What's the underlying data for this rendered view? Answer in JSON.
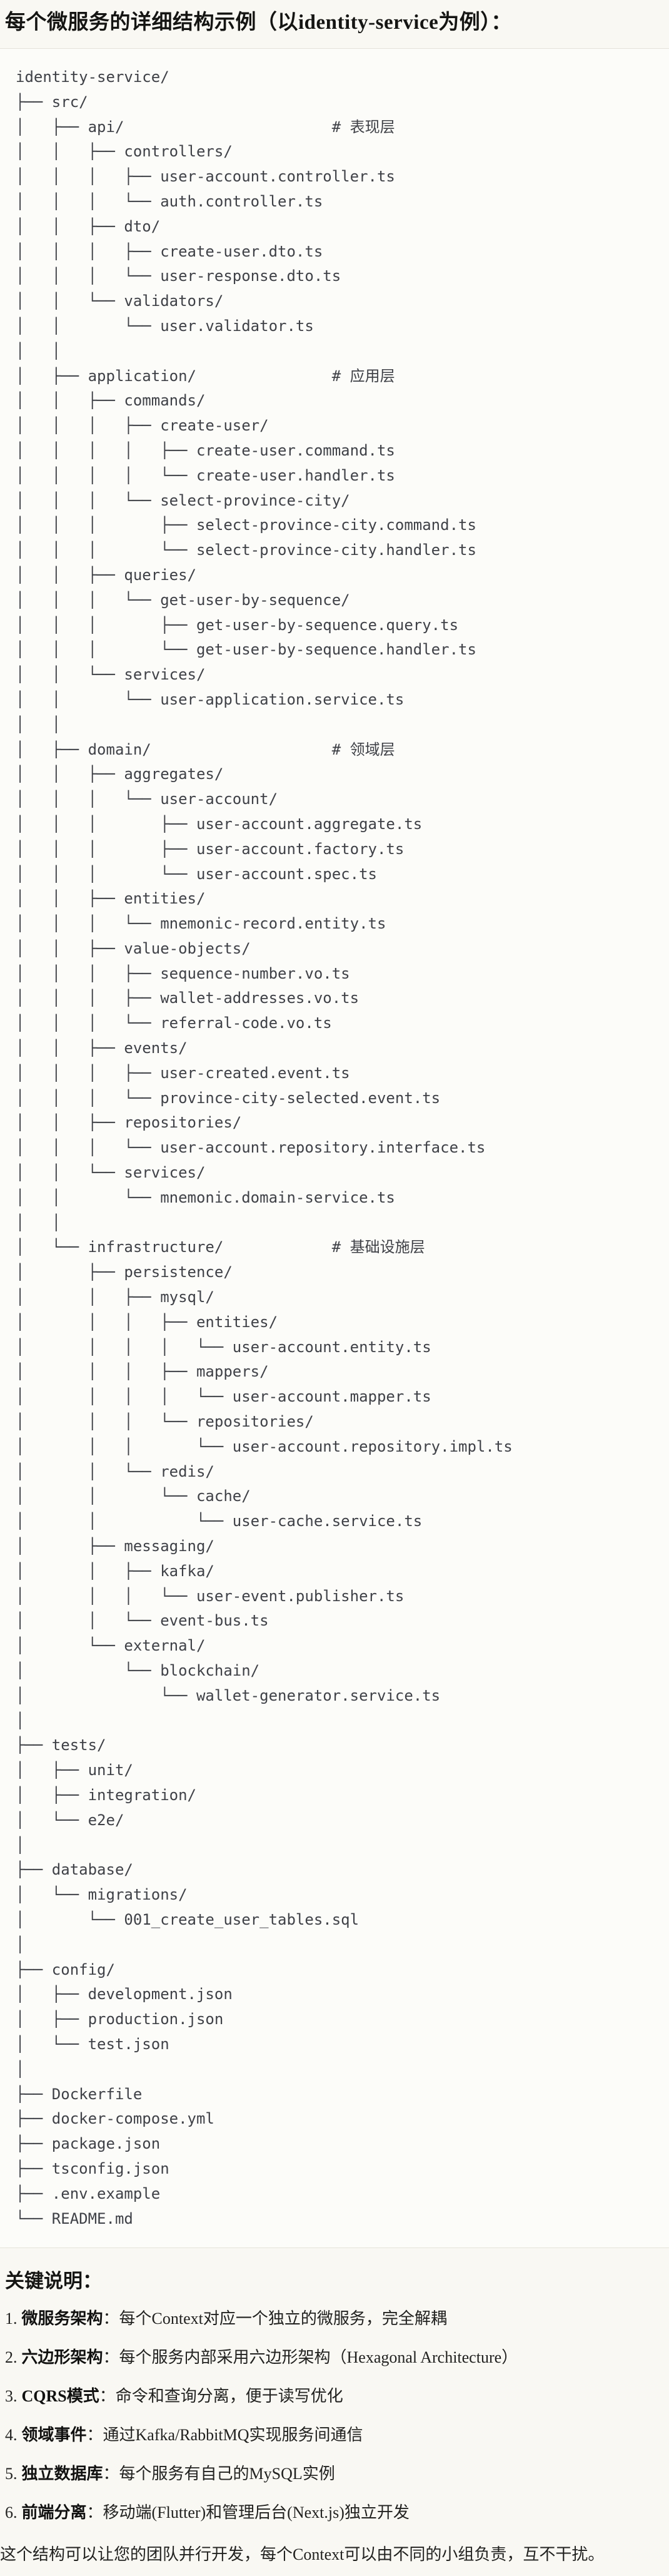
{
  "title": "每个微服务的详细结构示例（以identity-service为例）：",
  "tree_lines": [
    "identity-service/",
    "├── src/",
    "│   ├── api/                       # 表现层",
    "│   │   ├── controllers/",
    "│   │   │   ├── user-account.controller.ts",
    "│   │   │   └── auth.controller.ts",
    "│   │   ├── dto/",
    "│   │   │   ├── create-user.dto.ts",
    "│   │   │   └── user-response.dto.ts",
    "│   │   └── validators/",
    "│   │       └── user.validator.ts",
    "│   │",
    "│   ├── application/               # 应用层",
    "│   │   ├── commands/",
    "│   │   │   ├── create-user/",
    "│   │   │   │   ├── create-user.command.ts",
    "│   │   │   │   └── create-user.handler.ts",
    "│   │   │   └── select-province-city/",
    "│   │   │       ├── select-province-city.command.ts",
    "│   │   │       └── select-province-city.handler.ts",
    "│   │   ├── queries/",
    "│   │   │   └── get-user-by-sequence/",
    "│   │   │       ├── get-user-by-sequence.query.ts",
    "│   │   │       └── get-user-by-sequence.handler.ts",
    "│   │   └── services/",
    "│   │       └── user-application.service.ts",
    "│   │",
    "│   ├── domain/                    # 领域层",
    "│   │   ├── aggregates/",
    "│   │   │   └── user-account/",
    "│   │   │       ├── user-account.aggregate.ts",
    "│   │   │       ├── user-account.factory.ts",
    "│   │   │       └── user-account.spec.ts",
    "│   │   ├── entities/",
    "│   │   │   └── mnemonic-record.entity.ts",
    "│   │   ├── value-objects/",
    "│   │   │   ├── sequence-number.vo.ts",
    "│   │   │   ├── wallet-addresses.vo.ts",
    "│   │   │   └── referral-code.vo.ts",
    "│   │   ├── events/",
    "│   │   │   ├── user-created.event.ts",
    "│   │   │   └── province-city-selected.event.ts",
    "│   │   ├── repositories/",
    "│   │   │   └── user-account.repository.interface.ts",
    "│   │   └── services/",
    "│   │       └── mnemonic.domain-service.ts",
    "│   │",
    "│   └── infrastructure/            # 基础设施层",
    "│       ├── persistence/",
    "│       │   ├── mysql/",
    "│       │   │   ├── entities/",
    "│       │   │   │   └── user-account.entity.ts",
    "│       │   │   ├── mappers/",
    "│       │   │   │   └── user-account.mapper.ts",
    "│       │   │   └── repositories/",
    "│       │   │       └── user-account.repository.impl.ts",
    "│       │   └── redis/",
    "│       │       └── cache/",
    "│       │           └── user-cache.service.ts",
    "│       ├── messaging/",
    "│       │   ├── kafka/",
    "│       │   │   └── user-event.publisher.ts",
    "│       │   └── event-bus.ts",
    "│       └── external/",
    "│           └── blockchain/",
    "│               └── wallet-generator.service.ts",
    "│",
    "├── tests/",
    "│   ├── unit/",
    "│   ├── integration/",
    "│   └── e2e/",
    "│",
    "├── database/",
    "│   └── migrations/",
    "│       └── 001_create_user_tables.sql",
    "│",
    "├── config/",
    "│   ├── development.json",
    "│   ├── production.json",
    "│   └── test.json",
    "│",
    "├── Dockerfile",
    "├── docker-compose.yml",
    "├── package.json",
    "├── tsconfig.json",
    "├── .env.example",
    "└── README.md"
  ],
  "notes_heading": "关键说明：",
  "notes": [
    {
      "num": "1.",
      "label": "微服务架构",
      "sep": "：",
      "text": "每个Context对应一个独立的微服务，完全解耦"
    },
    {
      "num": "2.",
      "label": "六边形架构",
      "sep": "：",
      "text": "每个服务内部采用六边形架构（Hexagonal Architecture）"
    },
    {
      "num": "3.",
      "label": "CQRS模式",
      "sep": "：",
      "text": "命令和查询分离，便于读写优化"
    },
    {
      "num": "4.",
      "label": "领域事件",
      "sep": "：",
      "text": "通过Kafka/RabbitMQ实现服务间通信"
    },
    {
      "num": "5.",
      "label": "独立数据库",
      "sep": "：",
      "text": "每个服务有自己的MySQL实例"
    },
    {
      "num": "6.",
      "label": "前端分离",
      "sep": "：",
      "text": "移动端(Flutter)和管理后台(Next.js)独立开发"
    }
  ],
  "footer": "这个结构可以让您的团队并行开发，每个Context可以由不同的小组负责，互不干扰。",
  "colors": {
    "page_background": "#f9f8f3",
    "code_background": "#fcfcf9",
    "code_border": "#e4e2da",
    "code_text": "#3f4147",
    "heading_text": "#151513"
  }
}
